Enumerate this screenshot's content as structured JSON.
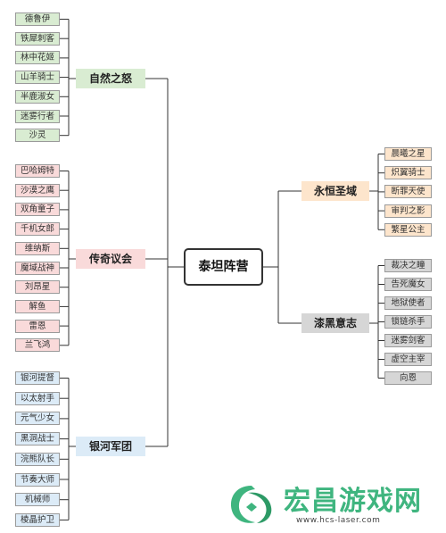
{
  "root": "泰坦阵营",
  "branches": [
    {
      "label": "自然之怒",
      "fill": "#d9ecd2",
      "children": [
        "德鲁伊",
        "铁犀刺客",
        "林中花姬",
        "山羊骑士",
        "半鹿淑女",
        "迷雾行者",
        "沙灵"
      ]
    },
    {
      "label": "传奇议会",
      "fill": "#f9dada",
      "children": [
        "巴哈姆特",
        "沙漠之鹰",
        "双角童子",
        "千机女郎",
        "维纳斯",
        "魔域战神",
        "刘昂星",
        "解鱼",
        "雷恩",
        "兰飞鸿"
      ]
    },
    {
      "label": "银河军团",
      "fill": "#dcebf7",
      "children": [
        "银河提督",
        "以太射手",
        "元气少女",
        "黑洞战士",
        "浣熊队长",
        "节奏大师",
        "机械师",
        "棱晶护卫"
      ]
    },
    {
      "label": "永恒圣域",
      "fill": "#fde5cc",
      "children": [
        "晨曦之星",
        "炽翼骑士",
        "断罪天使",
        "审判之影",
        "繁星公主"
      ]
    },
    {
      "label": "漆黑意志",
      "fill": "#d6d6d6",
      "children": [
        "裁决之瞳",
        "告死魔女",
        "地狱使者",
        "锁链杀手",
        "迷雾剑客",
        "虚空主宰",
        "向恩"
      ]
    }
  ],
  "watermark": {
    "name": "宏昌游戏网",
    "url": "www.hcs-laser.com",
    "color": "#3fb57f"
  }
}
